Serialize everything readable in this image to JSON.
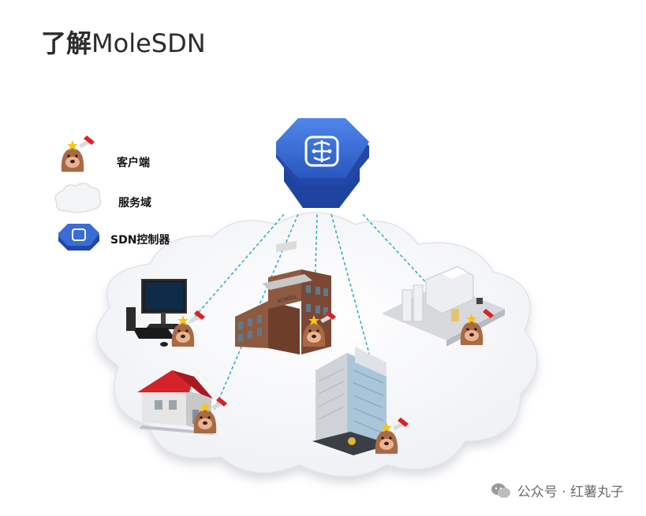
{
  "title": {
    "cjk": "了解",
    "latin": "MoleSDN"
  },
  "legend": {
    "client": "客户端",
    "service_domain": "服务域",
    "sdn_controller": "SDN控制器"
  },
  "building_sign": "SCHOOL",
  "watermark": "公众号 · 红薯丸子",
  "colors": {
    "controller_blue": "#2f63c9",
    "link_teal": "#3aaec3",
    "roof_red": "#d6232a",
    "mole_brown": "#a86a45"
  },
  "icons": [
    "brain-chip-icon",
    "mole-client-icon",
    "cloud-icon",
    "computer-icon",
    "school-building-icon",
    "house-icon",
    "office-tower-icon",
    "factory-icon",
    "wechat-icon"
  ]
}
